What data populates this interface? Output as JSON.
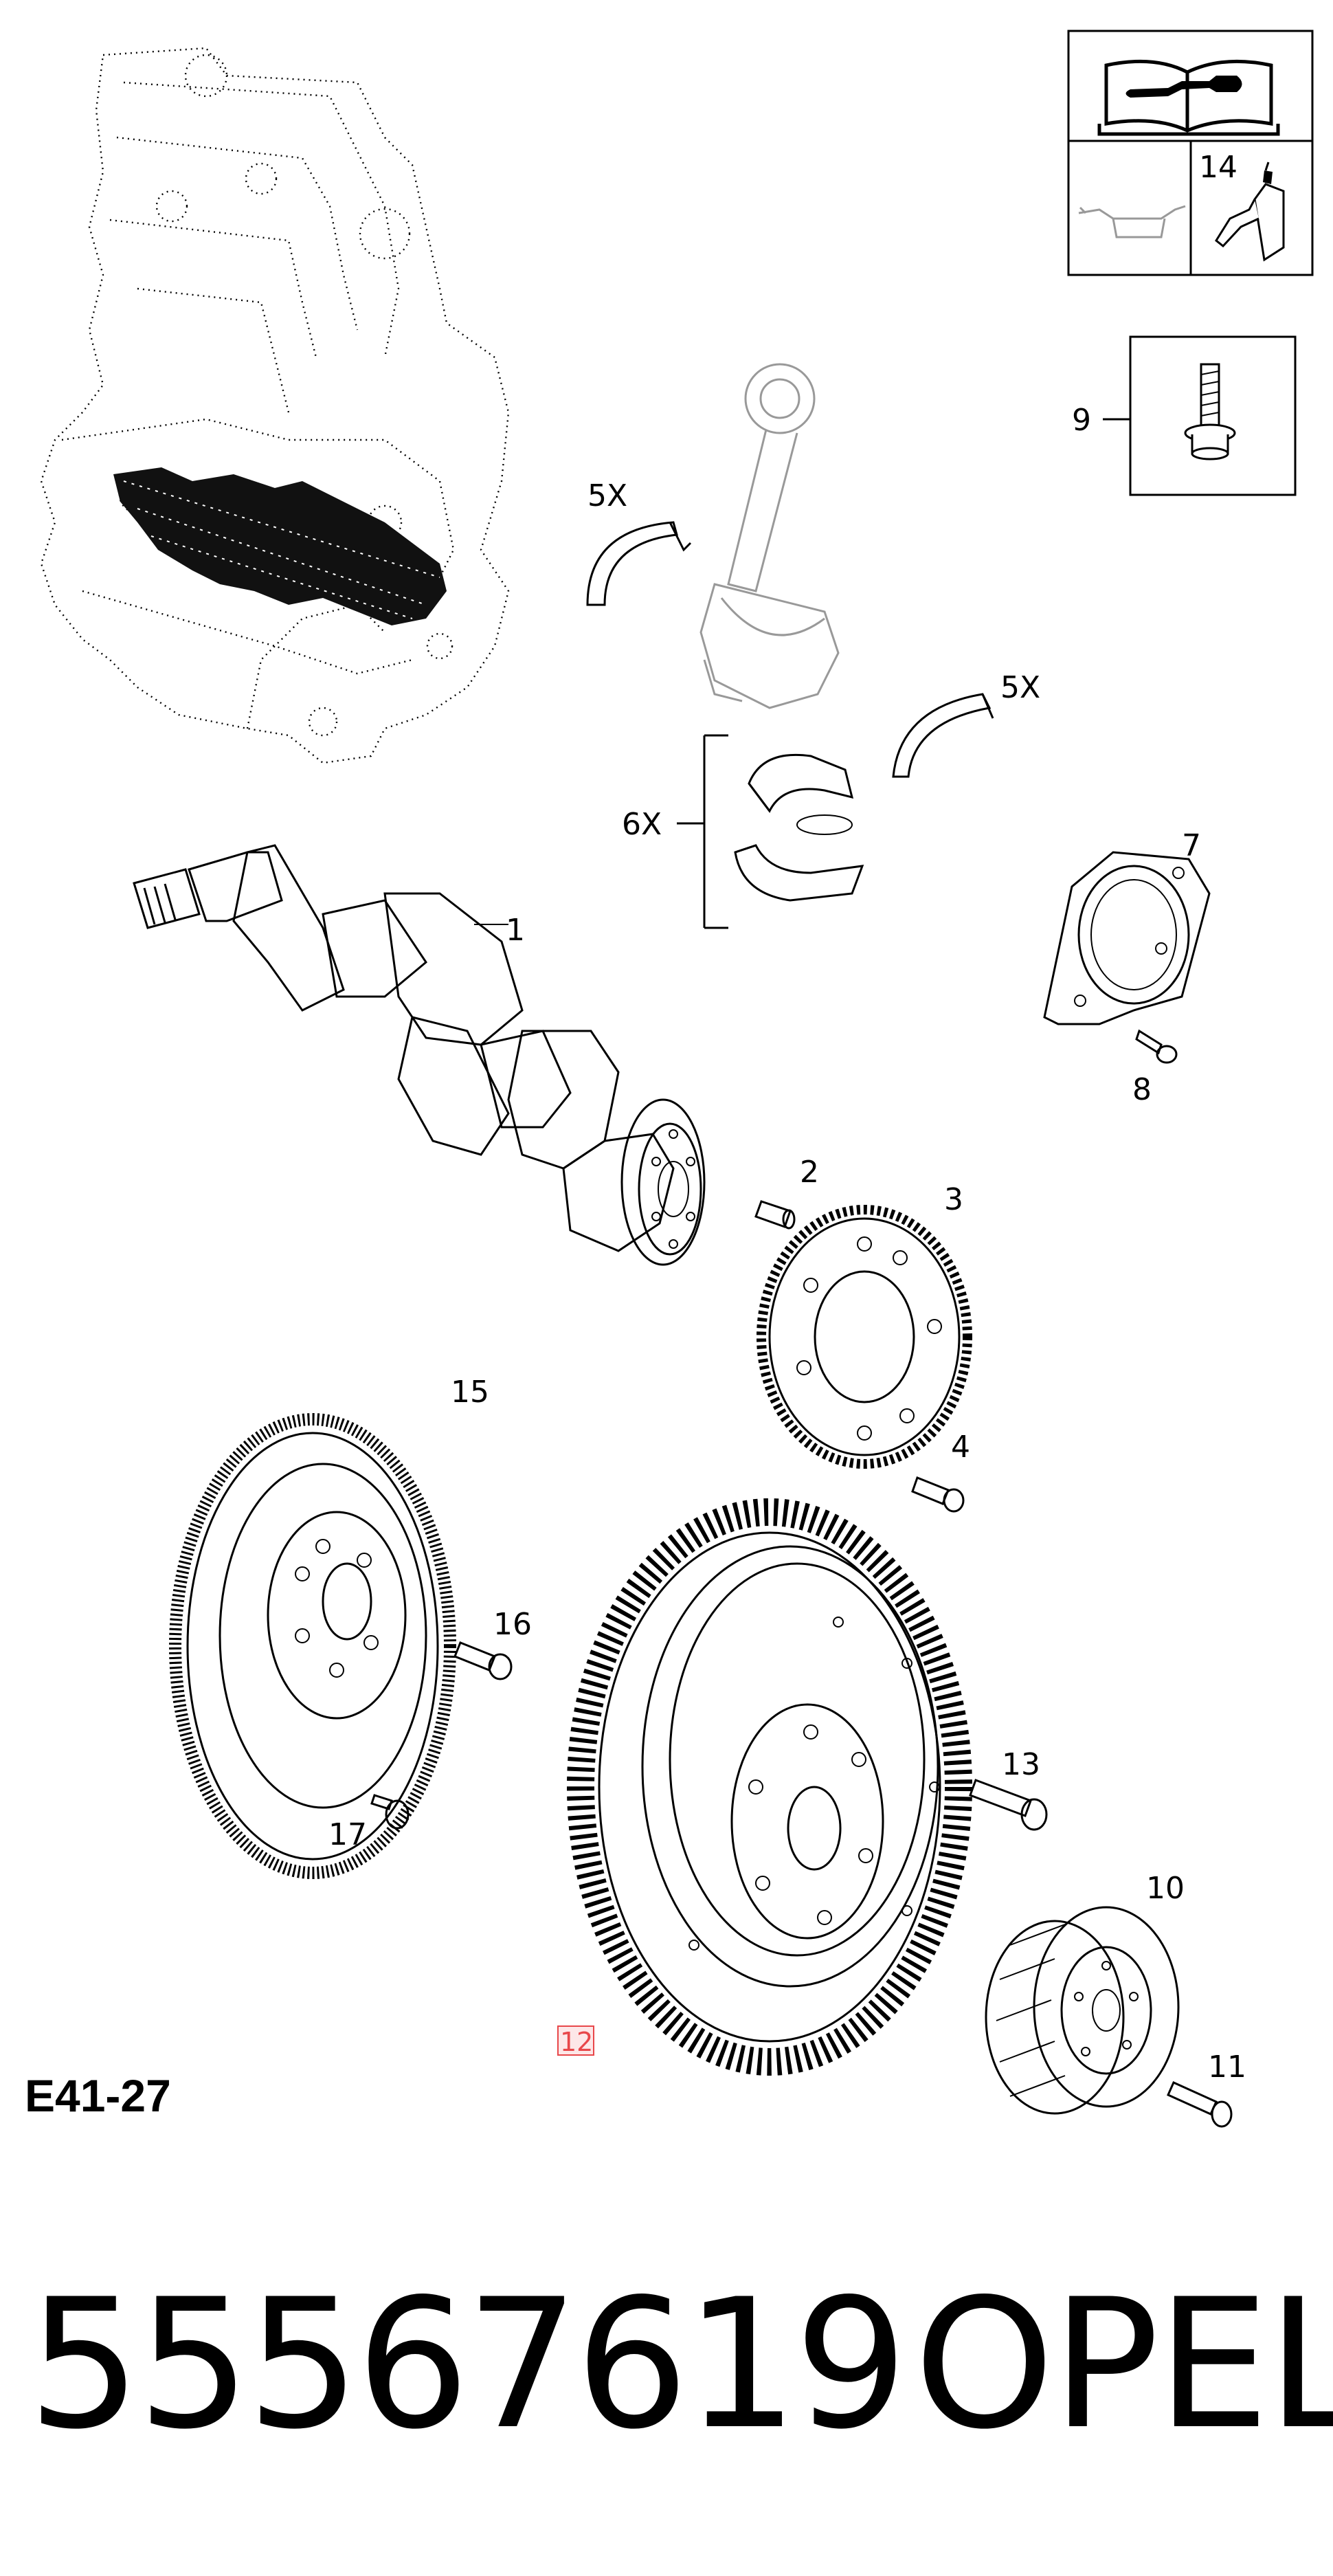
{
  "callouts": {
    "c1": "1",
    "c2": "2",
    "c3": "3",
    "c4": "4",
    "c5a": "5X",
    "c5b": "5X",
    "c6": "6X",
    "c7": "7",
    "c8": "8",
    "c9": "9",
    "c10": "10",
    "c11": "11",
    "c12": "12",
    "c13": "13",
    "c14": "14",
    "c15": "15",
    "c16": "16",
    "c17": "17"
  },
  "reference_code": "E41-27",
  "footer": {
    "part_number": "55567619",
    "brand": "OPEL"
  },
  "highlight_color": "#e8474a"
}
